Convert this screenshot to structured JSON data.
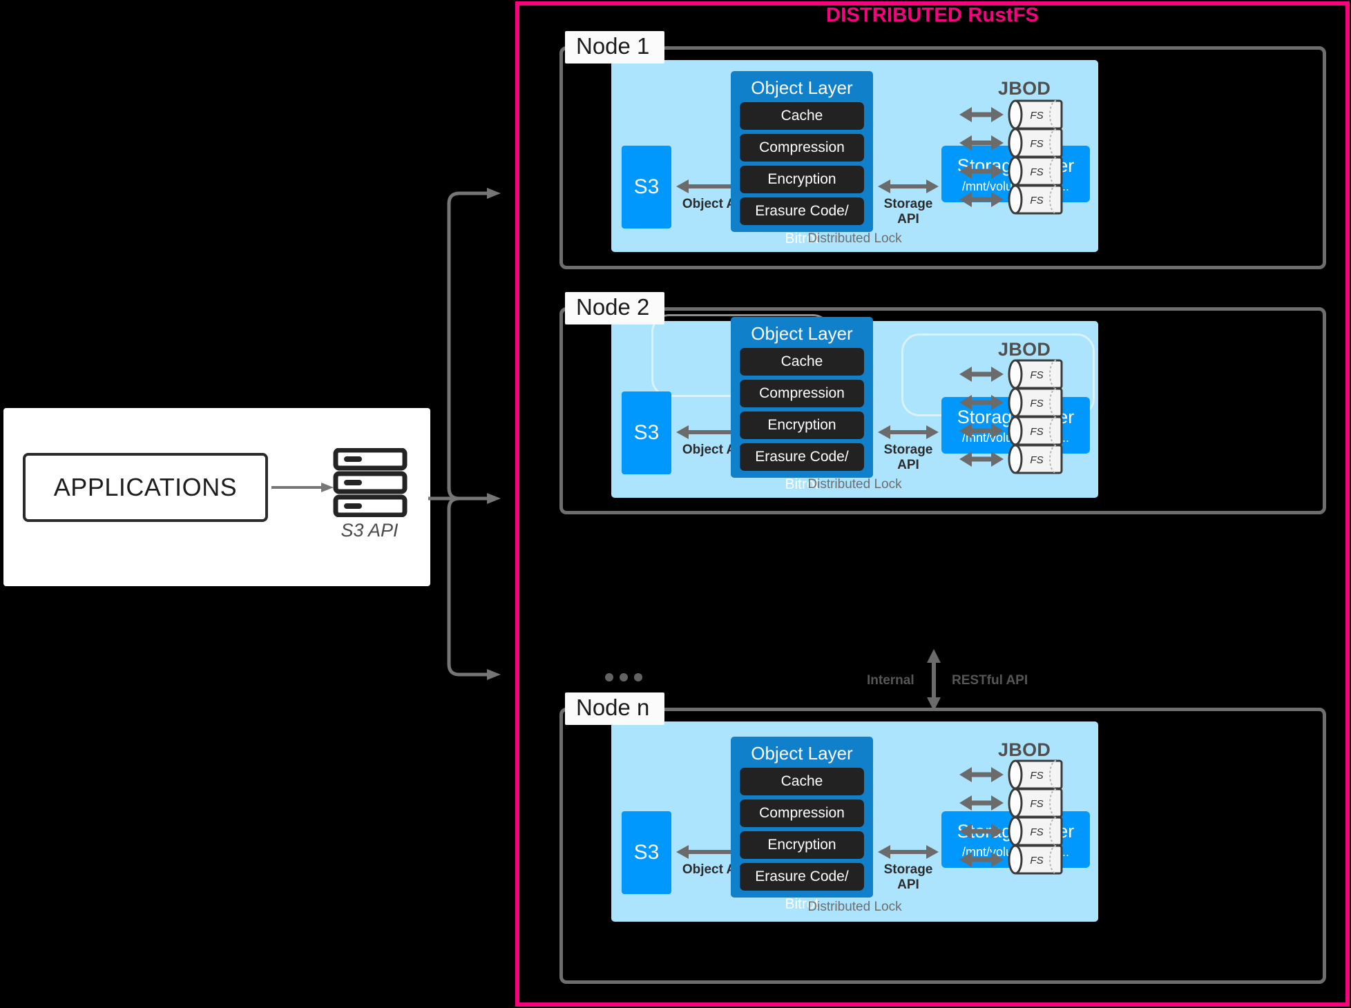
{
  "diagram": {
    "title": "DISTRIBUTED RustFS",
    "title_color": "#fb007f",
    "background": "#000000"
  },
  "applications": {
    "box_label": "APPLICATIONS",
    "api_icon": "server-stack-icon",
    "api_label": "S3 API",
    "arrow_icon": "arrow-right-icon"
  },
  "node_template": {
    "s3_label": "S3",
    "object_layer": {
      "title": "Object Layer",
      "items": [
        "Cache",
        "Compression",
        "Encryption",
        "Erasure Code/ Bitrot"
      ]
    },
    "storage_layer": {
      "title": "Storage Layer",
      "subtitle": "/mnt/volume{1..n}..."
    },
    "object_api_label": "Object API",
    "storage_api_label": "Storage API",
    "distributed_lock_label": "Distributed Lock",
    "jbod_label": "JBOD/F",
    "fs_label": "FS",
    "fs_count": 4
  },
  "nodes": [
    {
      "tag": "Node 1"
    },
    {
      "tag": "Node 2"
    },
    {
      "tag": "Node n"
    }
  ],
  "links": [
    {
      "left_label": "Internal",
      "right_label": "RESTful API"
    },
    {
      "left_label": "Internal",
      "right_label": "RESTful API"
    }
  ],
  "ellipsis": "•••",
  "colors": {
    "accent_pink": "#fb007f",
    "node_panel": "#ace4fd",
    "object_layer": "#1180cb",
    "s3_blue": "#0098fc",
    "item_dark": "#222222",
    "connector_gray": "#6e6e6e"
  }
}
